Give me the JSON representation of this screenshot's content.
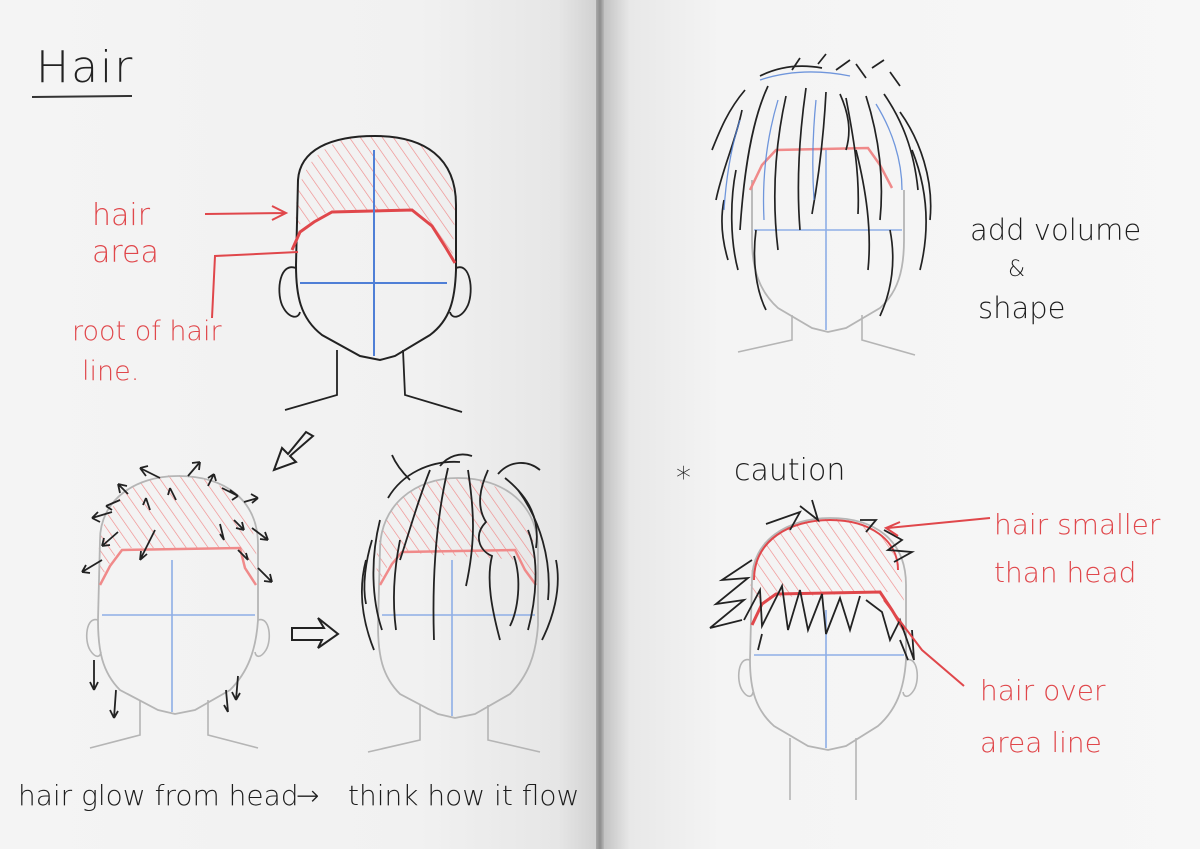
{
  "title": "Hair",
  "labels": {
    "hair_area_line1": "hair",
    "hair_area_line2": "area",
    "root_line1": "root of hair",
    "root_line2": "line.",
    "add_volume_line1": "add volume",
    "add_volume_line2": "&",
    "add_volume_line3": "shape",
    "caution": "caution",
    "caution_mark": "*",
    "smaller_line1": "hair smaller",
    "smaller_line2": "than head",
    "over_line1": "hair over",
    "over_line2": "area line",
    "caption_left": "hair glow from head",
    "caption_arrow": "→",
    "caption_right": "think how it flow"
  },
  "colors": {
    "ink": "#1d1d1d",
    "red": "#e0474b",
    "red_light": "#f08a8a",
    "blue": "#4f7fd6",
    "gray": "#9b9b9b"
  }
}
